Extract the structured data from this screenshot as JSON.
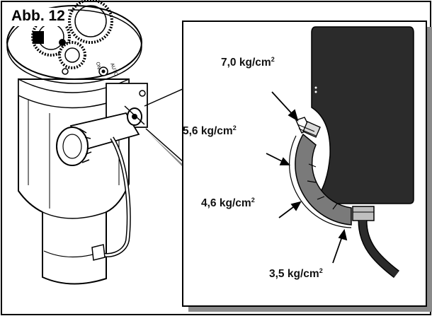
{
  "figure_label": "Abb. 12",
  "dial_labels": {
    "on": "ON",
    "auto": "AUTO"
  },
  "pressure_labels": [
    {
      "value": "7,0",
      "unit": "kg/cm",
      "exponent": "2"
    },
    {
      "value": "5,6",
      "unit": "kg/cm",
      "exponent": "2"
    },
    {
      "value": "4,6",
      "unit": "kg/cm",
      "exponent": "2"
    },
    {
      "value": "3,5",
      "unit": "kg/cm",
      "exponent": "2"
    }
  ],
  "colors": {
    "line": "#000000",
    "panel_shadow": "#8a8a8a",
    "regulator_body": "#2b2b2b",
    "sleeve": "#7a7a7a"
  }
}
